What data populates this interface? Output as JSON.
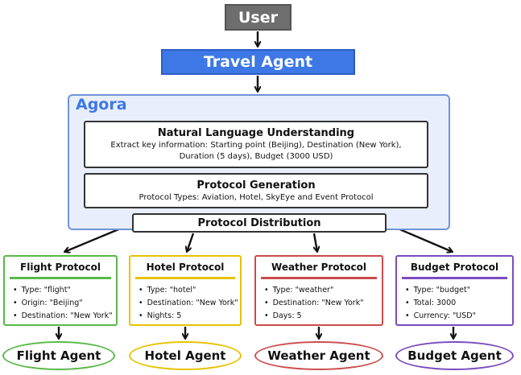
{
  "user": {
    "label": "User"
  },
  "travel_agent": {
    "label": "Travel Agent"
  },
  "agora": {
    "title": "Agora",
    "nlu": {
      "title": "Natural Language Understanding",
      "line1": "Extract key information: Starting point (Beijing), Destination (New York),",
      "line2": "Duration (5 days), Budget (3000 USD)"
    },
    "protocol_generation": {
      "title": "Protocol Generation",
      "text": "Protocol Types: Aviation, Hotel, SkyEye and Event Protocol"
    },
    "protocol_distribution": {
      "title": "Protocol Distribution"
    }
  },
  "protocols": [
    {
      "title": "Flight Protocol",
      "color": "#58b947",
      "items": [
        "Type: \"flight\"",
        "Origin: \"Beijing\"",
        "Destination: \"New York\""
      ],
      "agent": "Flight Agent"
    },
    {
      "title": "Hotel Protocol",
      "color": "#e6c200",
      "items": [
        "Type: \"hotel\"",
        "Destination: \"New York\"",
        "Nights: 5"
      ],
      "agent": "Hotel Agent"
    },
    {
      "title": "Weather Protocol",
      "color": "#cc4b4b",
      "items": [
        "Type: \"weather\"",
        "Destination: \"New York\"",
        "Days: 5"
      ],
      "agent": "Weather Agent"
    },
    {
      "title": "Budget Protocol",
      "color": "#7b4bbf",
      "items": [
        "Type: \"budget\"",
        "Total: 3000",
        "Currency: \"USD\""
      ],
      "agent": "Budget Agent"
    }
  ]
}
